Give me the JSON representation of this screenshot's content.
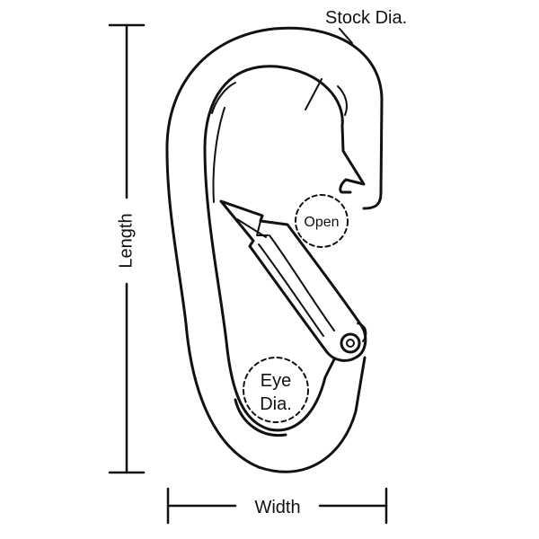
{
  "diagram": {
    "labels": {
      "stock_dia": "Stock Dia.",
      "open": "Open",
      "eye_dia_line1": "Eye",
      "eye_dia_line2": "Dia.",
      "length": "Length",
      "width": "Width"
    },
    "colors": {
      "stroke": "#111111",
      "background": "#ffffff"
    }
  }
}
